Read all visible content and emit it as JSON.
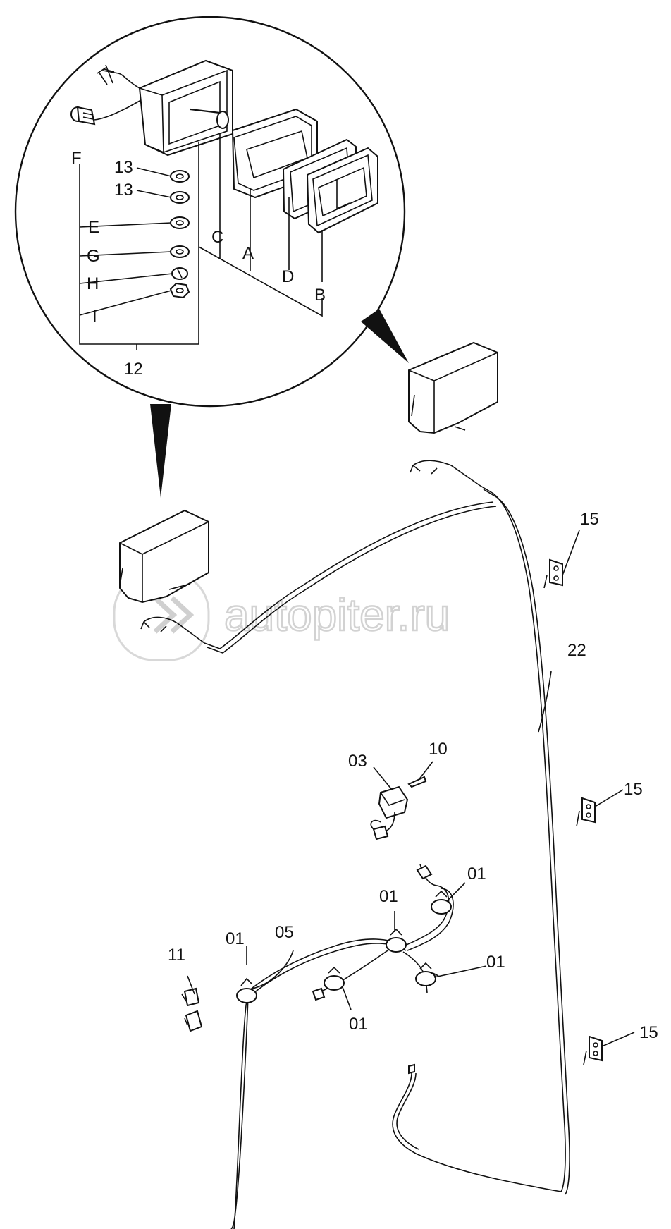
{
  "watermark": {
    "text": "autopiter.ru"
  },
  "detail_labels": {
    "F": "F",
    "c13a": "13",
    "c13b": "13",
    "E": "E",
    "G": "G",
    "H": "H",
    "I": "I",
    "C": "C",
    "A": "A",
    "D": "D",
    "B": "B",
    "c12": "12"
  },
  "callouts": {
    "c15a": "15",
    "c15b": "15",
    "c15c": "15",
    "c22": "22",
    "c03": "03",
    "c10": "10",
    "c01a": "01",
    "c01b": "01",
    "c01c": "01",
    "c01d": "01",
    "c01e": "01",
    "c05": "05",
    "c11": "11"
  },
  "colors": {
    "line": "#111111",
    "background": "#ffffff",
    "watermark": "#d2d2d2"
  }
}
